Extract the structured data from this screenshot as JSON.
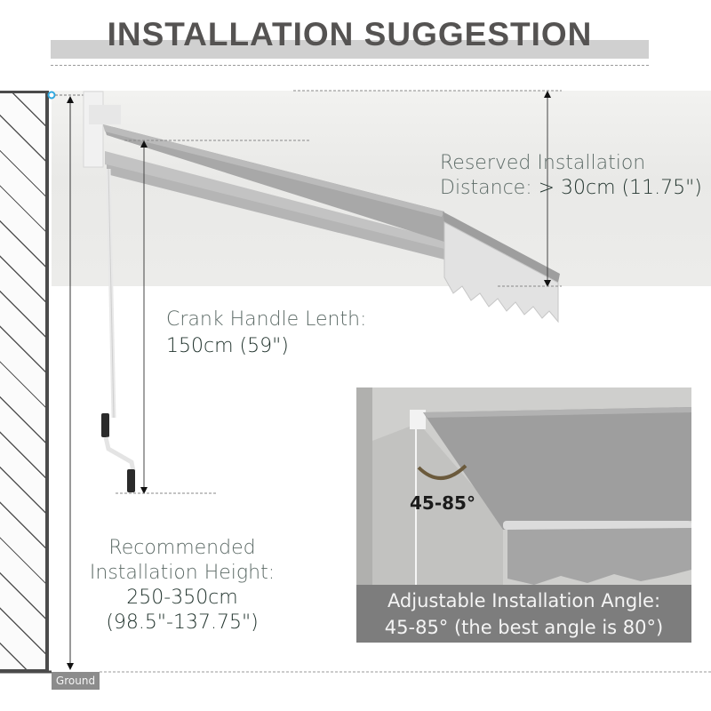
{
  "header": {
    "title": "INSTALLATION SUGGESTION"
  },
  "annotations": {
    "reserved_distance": {
      "line1": "Reserved Installation",
      "line2_label": "Distance: ",
      "line2_value": "> 30cm (11.75\")"
    },
    "crank_handle": {
      "line1": "Crank Handle Lenth:",
      "line2": "150cm (59\")"
    },
    "recommended_height": {
      "line1": "Recommended",
      "line2": "Installation Height:",
      "line3": "250-350cm",
      "line4": "(98.5\"-137.75\")"
    },
    "ground_label": "Ground"
  },
  "inset": {
    "angle_marker": "45-85°",
    "caption_line1": "Adjustable Installation Angle:",
    "caption_line2": "45-85° (the best angle is 80°)"
  },
  "colors": {
    "title_band": "#d0d0d0",
    "title_text": "#555352",
    "label_text": "#22342e",
    "caption_bg": "#7d7d7d",
    "awning_fabric": "#a9a9a9",
    "wall_outline": "#4b4b4b",
    "marker_dot": "#2fa8e0"
  }
}
